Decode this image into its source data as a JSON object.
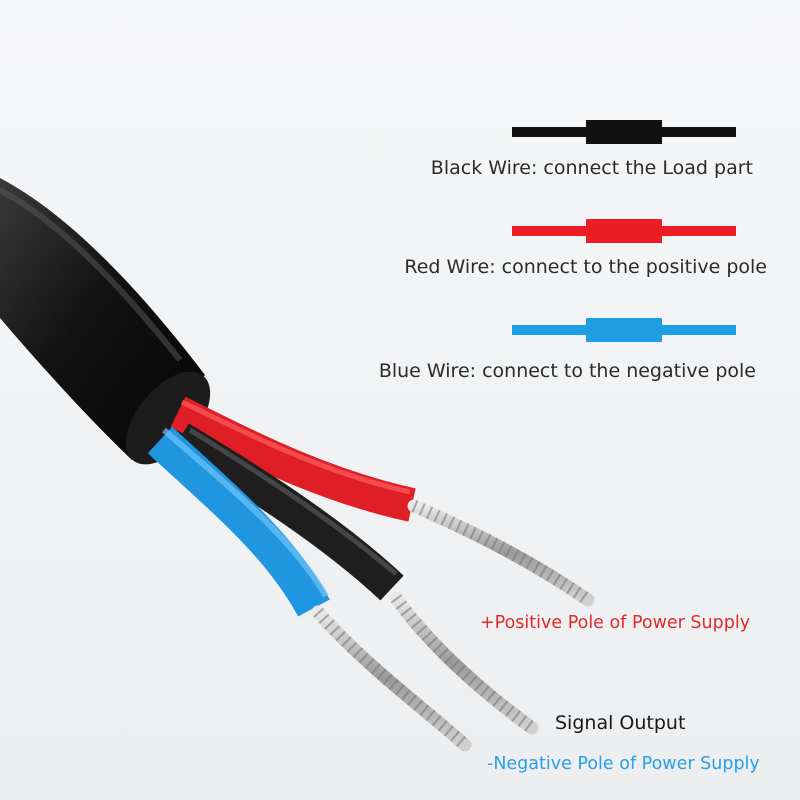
{
  "legend": [
    {
      "label": "Black Wire: connect the Load part",
      "color": "#111111"
    },
    {
      "label": "Red Wire: connect to the positive pole",
      "color": "#ee1c24"
    },
    {
      "label": "Blue Wire: connect to the negative pole",
      "color": "#1e9fe3"
    }
  ],
  "callouts": {
    "positive": {
      "text": "+Positive Pole of Power Supply",
      "color": "#e02b2b"
    },
    "signal": {
      "text": "Signal Output",
      "color": "#1a1a1a"
    },
    "negative": {
      "text": "-Negative Pole of Power Supply",
      "color": "#2a9ee6"
    }
  }
}
